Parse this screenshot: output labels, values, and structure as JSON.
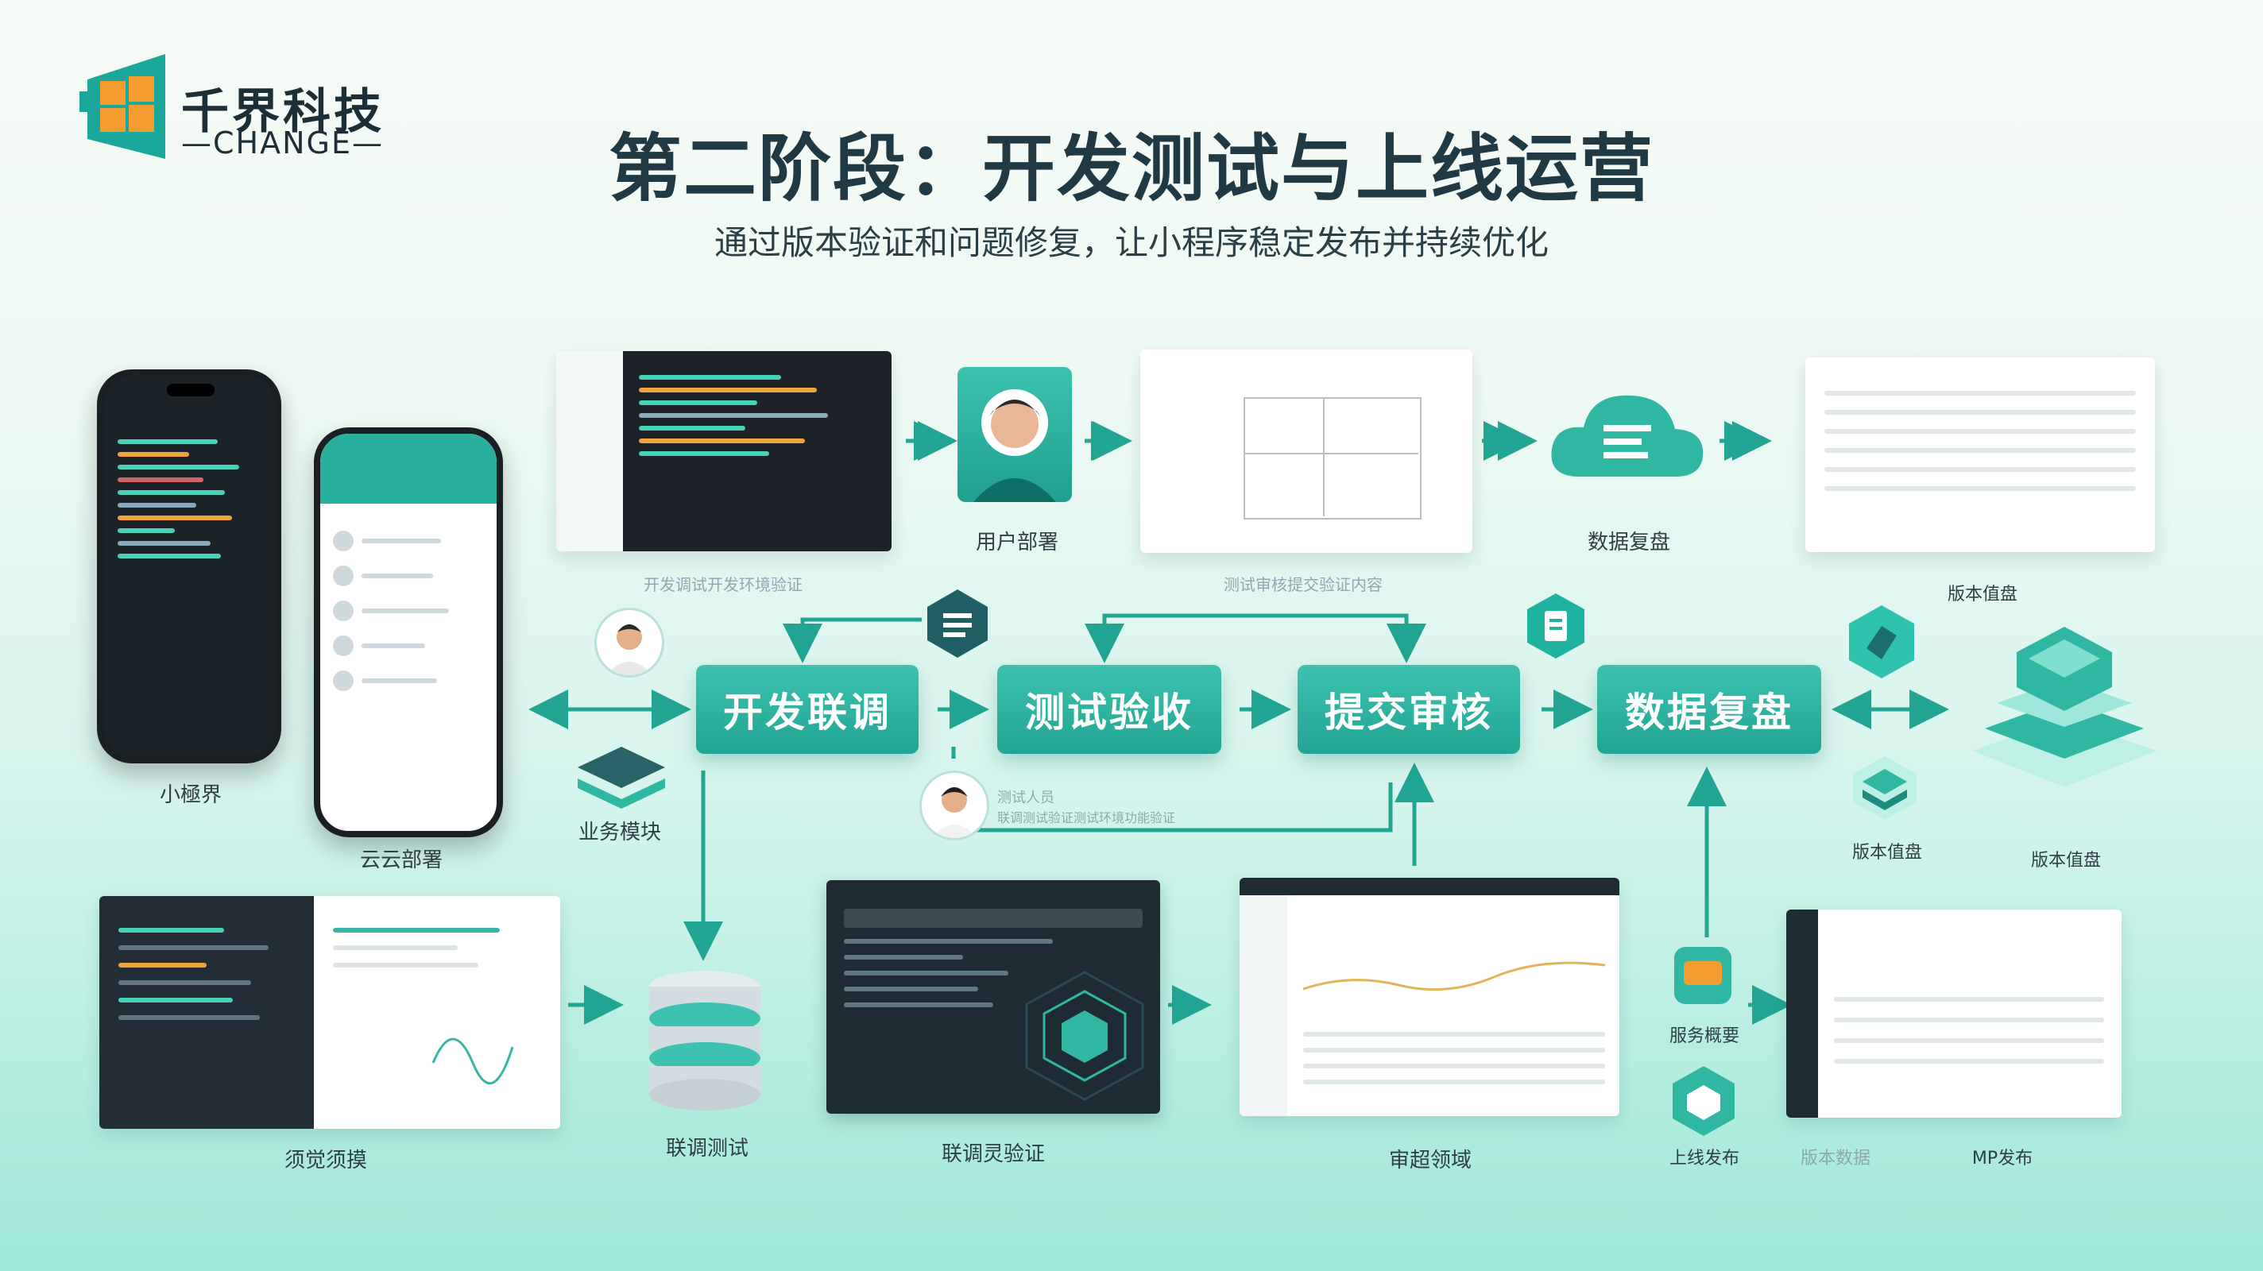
{
  "brand": {
    "name": "千界科技",
    "sub": "—CHANGE—"
  },
  "header": {
    "title": "第二阶段：开发测试与上线运营",
    "subtitle": "通过版本验证和问题修复，让小程序稳定发布并持续优化"
  },
  "stages": [
    "开发联调",
    "测试验收",
    "提交审核",
    "数据复盘"
  ],
  "labels": {
    "user_deploy": "用户部署",
    "data_review": "数据复盘",
    "mini_world": "小極界",
    "cloud_deploy": "云云部署",
    "business_module": "业务模块",
    "joint_test": "联调测试",
    "joint_verify": "联调灵验证",
    "review_audit": "审超领域",
    "preview": "须觉须摸",
    "launch": "上线发布",
    "version_mgmt": "版本值盘",
    "version_mgmt2": "版本值盘",
    "version_upgrade": "版本值盘",
    "feature": "服务概要",
    "release_data": "版本数据",
    "mp_publish": "MP发布",
    "dev_caption": "开发调试开发环境验证",
    "review_caption": "测试审核提交验证内容",
    "dev_person": "测试人员",
    "dev_person_sub": "联调测试验证测试环境功能验证"
  },
  "colors": {
    "accent": "#22a593",
    "dark": "#1e2b33",
    "title": "#1f3a44"
  }
}
